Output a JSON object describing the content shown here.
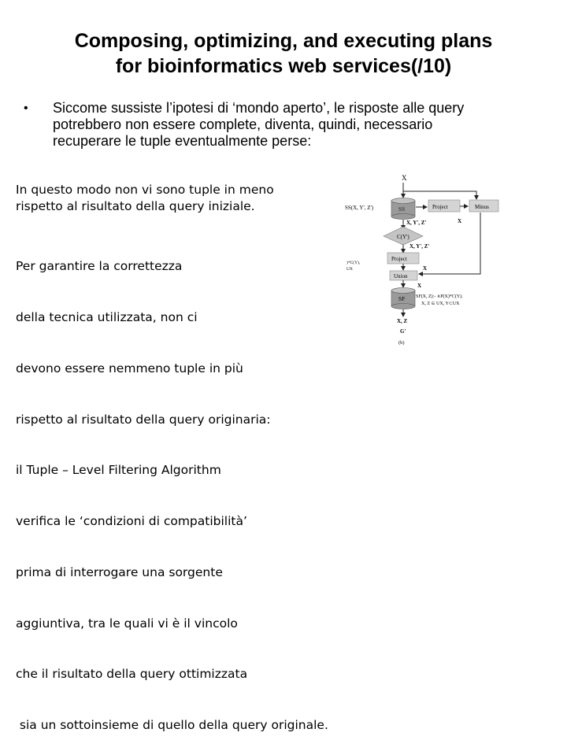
{
  "slide": {
    "title_line1": "Composing, optimizing, and executing plans",
    "title_line2": "for bioinformatics web services(/10)",
    "bullet": {
      "symbol": "•",
      "line1": "Siccome sussiste l’ipotesi di ‘mondo aperto’, le risposte alle query",
      "line2": "potrebbero non essere complete, diventa, quindi, necessario",
      "line3": "recuperare le tuple eventualmente perse:"
    },
    "para1": [
      "In questo modo non vi sono tuple in meno",
      "rispetto al risultato della query iniziale."
    ],
    "para2": [
      "Per garantire la correttezza",
      "della tecnica utilizzata, non ci",
      "devono essere nemmeno tuple in più",
      "rispetto al risultato della query originaria:",
      "il Tuple – Level Filtering Algorithm",
      "verifica le ‘condizioni di compatibilità’",
      "prima di interrogare una sorgente",
      "aggiuntiva, tra le quali vi è il vincolo",
      "che il risultato della query ottimizzata",
      " sia un sottoinsieme di quello della query originale."
    ]
  },
  "diagram": {
    "input_label": "X",
    "ss_label": "SS(X, Y', Z')",
    "ss_node": "SS",
    "project_top": "Project",
    "minus": "Minus",
    "x_under_minus": "X",
    "ss_out": "X, Y', Z'",
    "cond": "C(Y')",
    "cond_out": "X, Y', Z'",
    "project_mid": "Project",
    "left_frag1": ")*C(Y),",
    "left_frag2": "UX",
    "x_to_union": "X",
    "union": "Union",
    "union_out": "X",
    "sf_node": "SF",
    "sf_def1": "SF(X, Z):- ∧P(X)*C(Y).",
    "sf_def2": "X, Z ⊆ UX, Y⊂UX",
    "sf_out": "X, Z",
    "result": "G'",
    "caption": "(b)"
  }
}
